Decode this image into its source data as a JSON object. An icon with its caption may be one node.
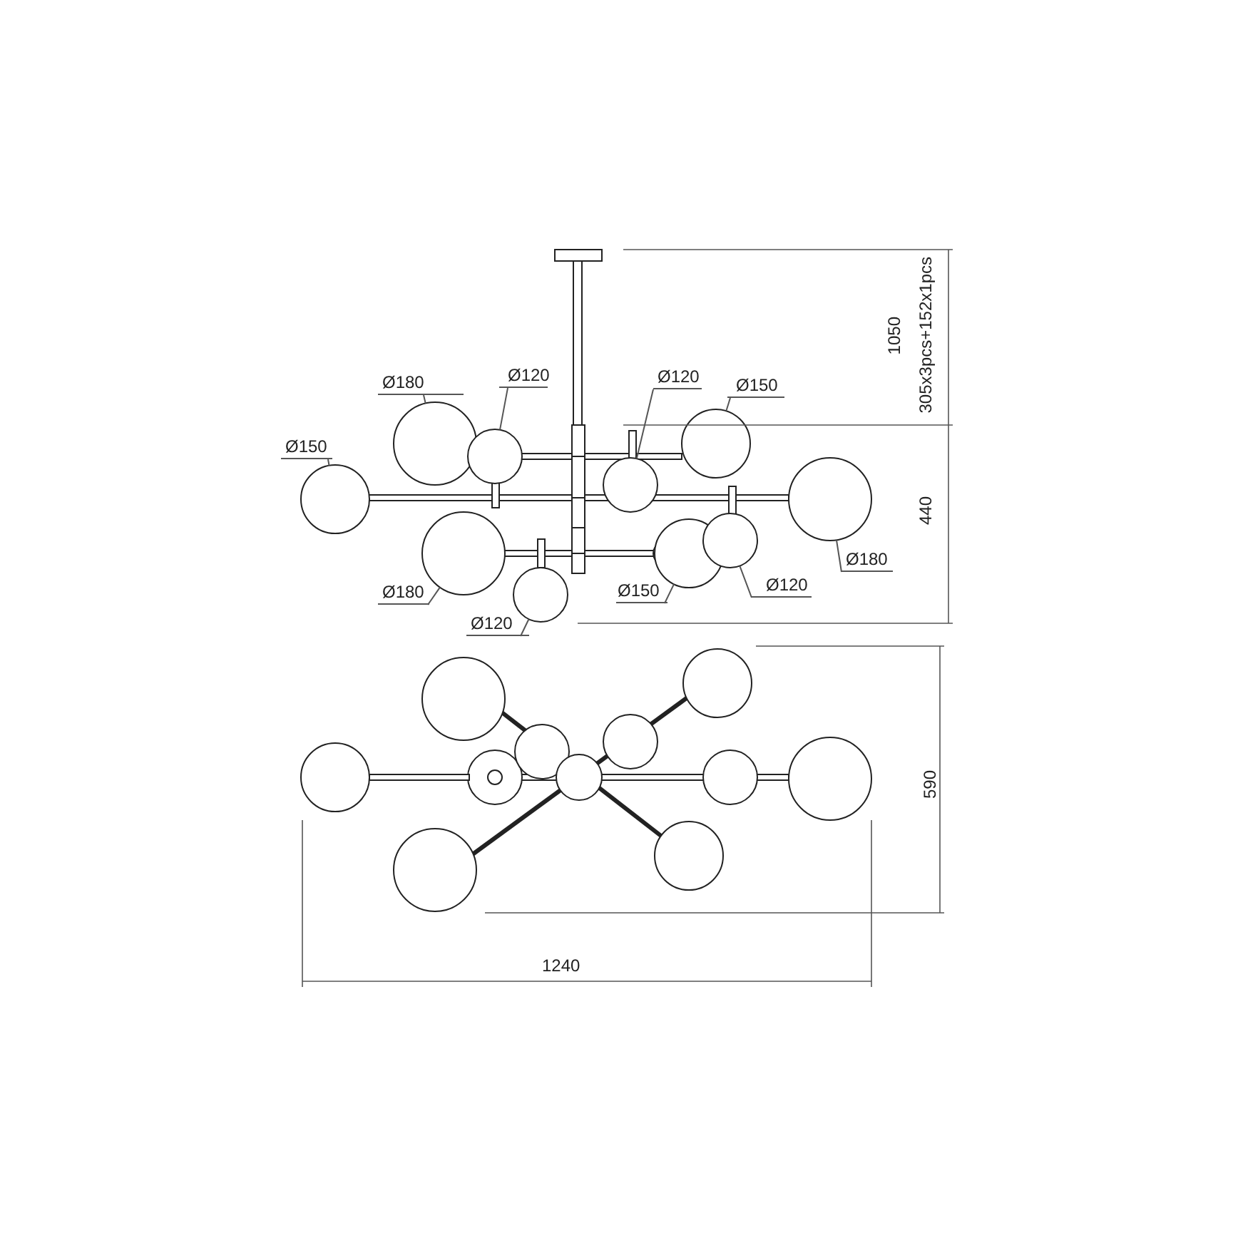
{
  "diagram": {
    "nodes": [
      {
        "text": [
          "Ø180"
        ]
      },
      {
        "text": [
          "Ø120"
        ]
      },
      {
        "text": [
          "Ø120"
        ]
      },
      {
        "text": [
          "Ø150"
        ]
      },
      {
        "text": [
          "Ø150"
        ]
      },
      {
        "text": [
          "Ø180"
        ]
      },
      {
        "text": [
          "Ø180"
        ]
      },
      {
        "text": [
          "Ø150"
        ]
      },
      {
        "text": [
          "Ø120"
        ]
      },
      {
        "text": [
          "Ø120"
        ]
      },
      {
        "text": [],
        "shape": "circle"
      },
      {
        "text": [],
        "shape": "circle"
      },
      {
        "text": [],
        "shape": "circle"
      },
      {
        "text": [],
        "shape": "circle"
      },
      {
        "text": [],
        "shape": "circle"
      },
      {
        "text": [],
        "shape": "circle"
      },
      {
        "text": [],
        "shape": "circle"
      },
      {
        "text": [],
        "shape": "circle"
      },
      {
        "text": [],
        "shape": "circle"
      },
      {
        "text": [],
        "shape": "circle"
      }
    ],
    "edges": [
      {
        "from": 0,
        "to": 11,
        "arrow": "none"
      },
      {
        "from": 1,
        "to": 13,
        "arrow": "none"
      },
      {
        "from": 2,
        "to": 15,
        "arrow": "none"
      },
      {
        "from": 3,
        "to": 17,
        "arrow": "none"
      },
      {
        "from": 4,
        "to": 10,
        "arrow": "none"
      },
      {
        "from": 5,
        "to": 19,
        "arrow": "none"
      },
      {
        "from": 6,
        "to": 12,
        "arrow": "none"
      },
      {
        "from": 7,
        "to": 16,
        "arrow": "none"
      },
      {
        "from": 8,
        "to": 18,
        "arrow": "none"
      },
      {
        "from": 9,
        "to": 14,
        "arrow": "none"
      }
    ],
    "labels": [
      "1050",
      "305x3pcs+152x1pcs",
      "440",
      "590",
      "1240"
    ]
  }
}
